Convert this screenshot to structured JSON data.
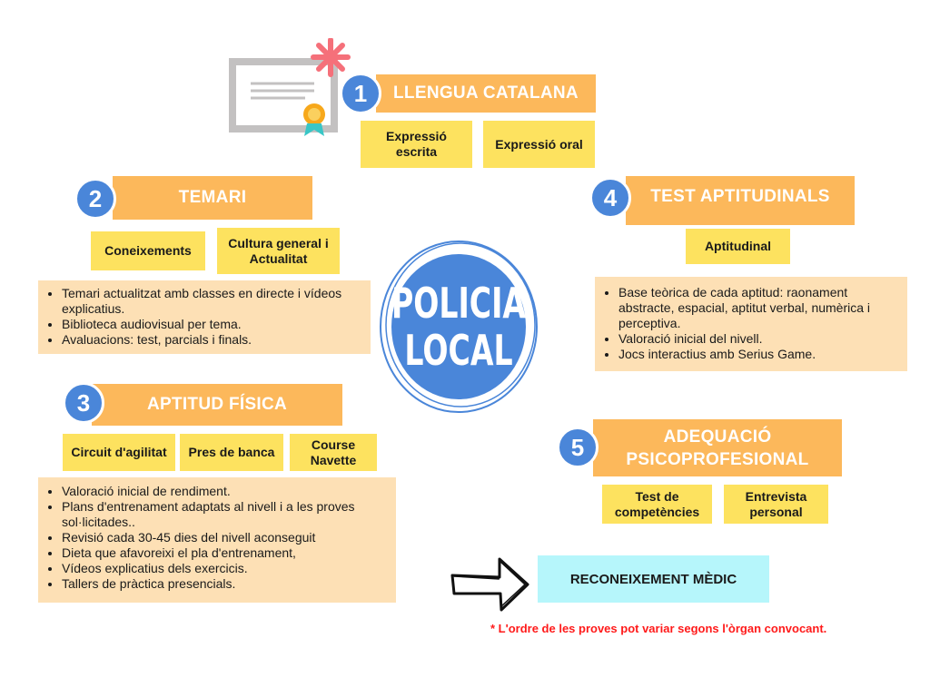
{
  "center": {
    "line1": "POLICIA",
    "line2": "LOCAL"
  },
  "sections": {
    "s1": {
      "number": "1",
      "title": "LLENGUA CATALANA",
      "tags": [
        "Expressió escrita",
        "Expressió oral"
      ]
    },
    "s2": {
      "number": "2",
      "title": "TEMARI",
      "tags": [
        "Coneixements",
        "Cultura general i Actualitat"
      ],
      "items": [
        "Temari actualitzat amb classes en directe i vídeos explicatius.",
        "Biblioteca audiovisual per tema.",
        "Avaluacions: test, parcials i finals."
      ]
    },
    "s3": {
      "number": "3",
      "title": "APTITUD FÍSICA",
      "tags": [
        "Circuit d'agilitat",
        "Pres de banca",
        "Course Navette"
      ],
      "items": [
        "Valoració inicial de rendiment.",
        "Plans d'entrenament adaptats al nivell i a les proves sol·licitades..",
        "Revisió cada 30-45 dies del nivell aconseguit",
        "Dieta que afavoreixi el pla d'entrenament,",
        "Vídeos explicatius dels exercicis.",
        "Tallers de pràctica presencials."
      ]
    },
    "s4": {
      "number": "4",
      "title": "TEST APTITUDINALS",
      "tags": [
        "Aptitudinal"
      ],
      "items": [
        "Base teòrica de cada aptitud: raonament abstracte, espacial, aptitut verbal, numèrica i perceptiva.",
        "Valoració inicial del nivell.",
        "Jocs interactius amb Serius Game."
      ]
    },
    "s5": {
      "number": "5",
      "title": "ADEQUACIÓ PSICOPROFESIONAL",
      "tags": [
        "Test de competències",
        "Entrevista personal"
      ]
    }
  },
  "medical": {
    "label": "RECONEIXEMENT MÈDIC"
  },
  "footnote": "* L'ordre de les proves pot variar segons l'òrgan convocant.",
  "colors": {
    "header": "#fcb85b",
    "number": "#4a86d9",
    "tag": "#fde25f",
    "box": "#fde0b5",
    "medical": "#b6f6fb",
    "footnote": "#ff1a1a"
  },
  "icons": {
    "certificate": "certificate-icon",
    "arrow": "arrow-right-icon"
  }
}
